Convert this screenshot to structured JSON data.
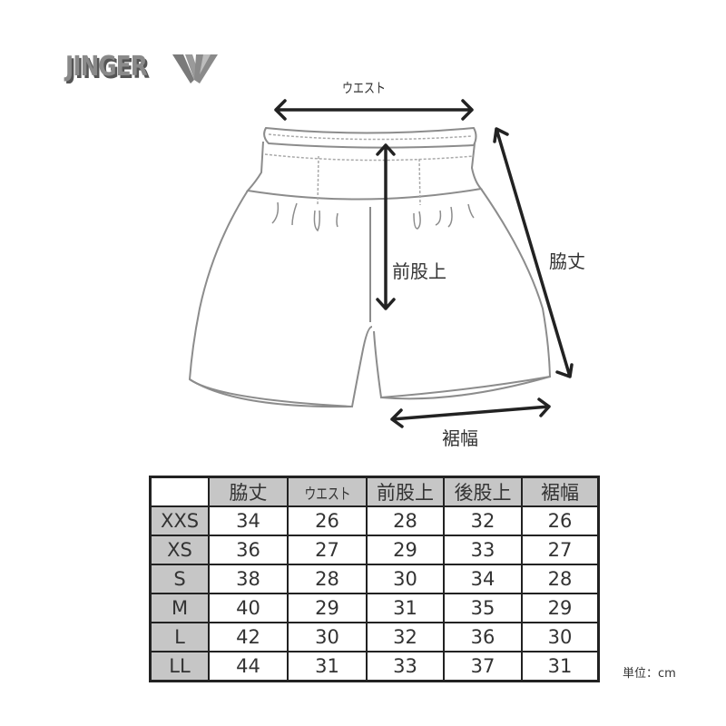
{
  "brand": {
    "logo_text": "JINGER",
    "logo_mark": "double-V-mark"
  },
  "diagram": {
    "garment": "shorts",
    "labels": {
      "waist": "ウエスト",
      "front_rise": "前股上",
      "side_length": "脇丈",
      "hem_width": "裾幅"
    }
  },
  "table": {
    "corner": "",
    "headers": [
      "脇丈",
      "ウエスト",
      "前股上",
      "後股上",
      "裾幅"
    ],
    "rows": [
      {
        "size": "XXS",
        "values": [
          "34",
          "26",
          "28",
          "32",
          "26"
        ]
      },
      {
        "size": "XS",
        "values": [
          "36",
          "27",
          "29",
          "33",
          "27"
        ]
      },
      {
        "size": "S",
        "values": [
          "38",
          "28",
          "30",
          "34",
          "28"
        ]
      },
      {
        "size": "M",
        "values": [
          "40",
          "29",
          "31",
          "35",
          "29"
        ]
      },
      {
        "size": "L",
        "values": [
          "42",
          "30",
          "32",
          "36",
          "30"
        ]
      },
      {
        "size": "LL",
        "values": [
          "44",
          "31",
          "33",
          "37",
          "31"
        ]
      }
    ]
  },
  "unit": "単位：cm",
  "colors": {
    "header_bg": "#c6c6c6",
    "border": "#222222",
    "text": "#333333",
    "outline": "#888888"
  }
}
